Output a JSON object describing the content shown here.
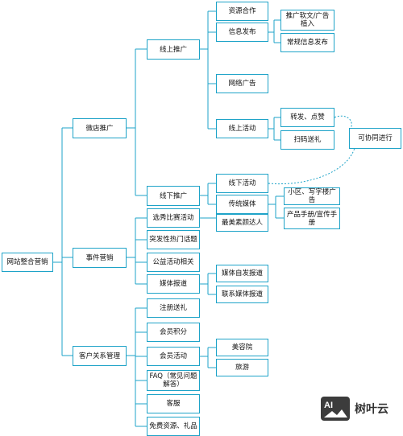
{
  "diagram": {
    "root": "网站整合营销",
    "branches": {
      "weidian": {
        "label": "微店推广",
        "online": {
          "label": "线上推广",
          "resources": "资源合作",
          "info": {
            "label": "信息发布",
            "soft_ad": "推广软文/广告植入",
            "regular": "常规信息发布"
          },
          "network_ad": "网络广告",
          "activity": {
            "label": "线上活动",
            "forward": "转发、点赞",
            "scan": "扫码送礼"
          }
        },
        "offline": {
          "label": "线下推广",
          "activity": "线下活动",
          "media": {
            "label": "传统媒体",
            "building": "小区、写字楼广告",
            "manual": "产品手册/宣传手册"
          }
        }
      },
      "event": {
        "label": "事件营销",
        "contest": {
          "label": "选秀比赛活动",
          "beauty": "最美素颜达人"
        },
        "hot_topic": "突发性热门话题",
        "charity": "公益活动相关",
        "media_report": {
          "label": "媒体报道",
          "self": "媒体自发报道",
          "contact": "联系媒体报道"
        }
      },
      "crm": {
        "label": "客户关系管理",
        "register": "注册送礼",
        "points": "会员积分",
        "member_activity": {
          "label": "会员活动",
          "salon": "美容院",
          "travel": "旅游"
        },
        "faq": "FAQ（常见问题解答）",
        "service": "客服",
        "free": "免费资源、礼品"
      }
    },
    "collab_note": "可协同进行"
  },
  "watermark": {
    "logo": "AI",
    "text": "树叶云"
  },
  "colors": {
    "line": "#1ea3c8",
    "border": "#1ea3c8",
    "dotted": "#1ea3c8"
  }
}
